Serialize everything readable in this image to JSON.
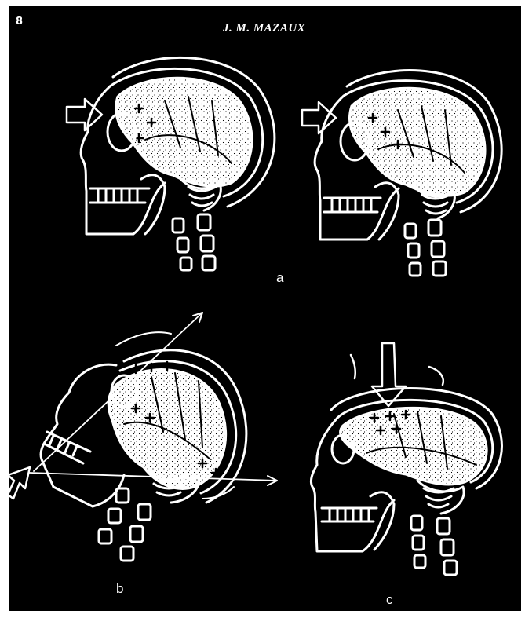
{
  "page": {
    "number": "8",
    "running_header": "J. M. MAZAUX"
  },
  "panels": [
    {
      "id": "a",
      "label": "a"
    },
    {
      "id": "b",
      "label": "b"
    },
    {
      "id": "c",
      "label": "c"
    }
  ],
  "colors": {
    "background": "#000000",
    "ink": "#ffffff"
  }
}
